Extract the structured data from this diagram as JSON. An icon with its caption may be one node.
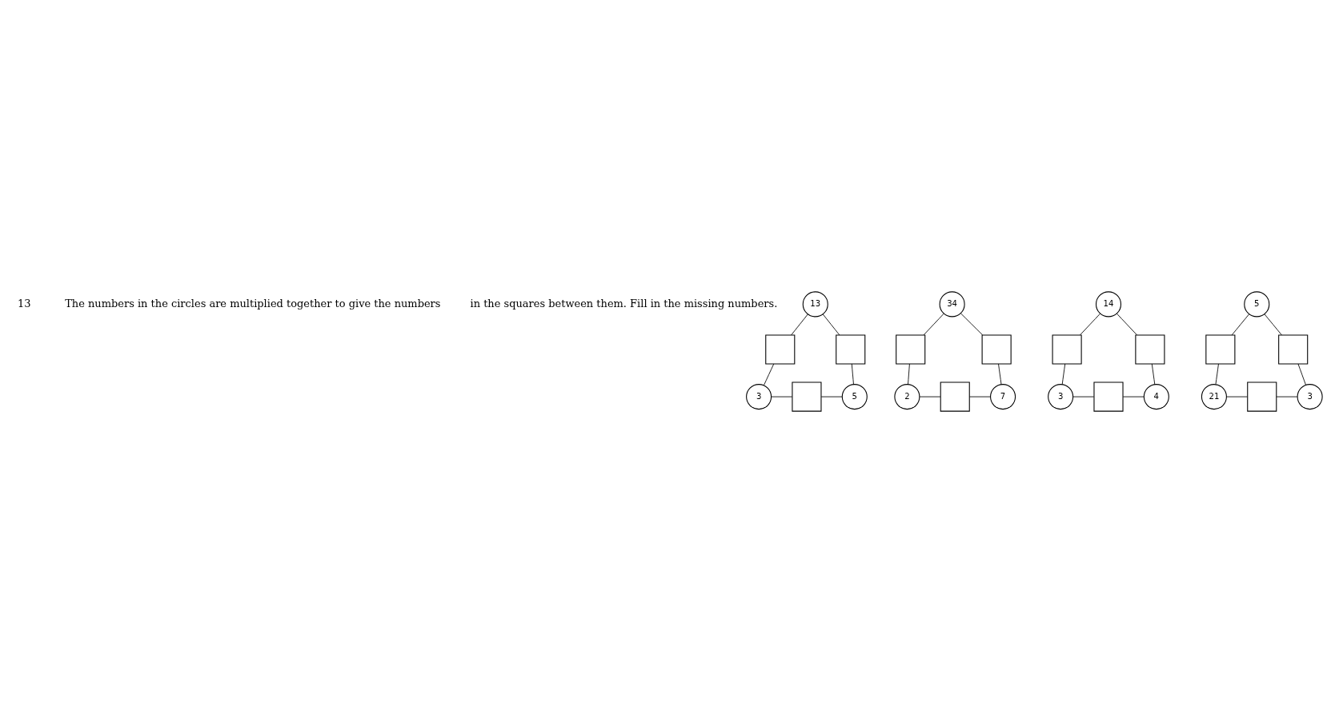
{
  "diagram": {
    "nodes": [
      {
        "text": [
          "13"
        ]
      },
      {
        "text": [],
        "shape": "box"
      },
      {
        "text": [],
        "shape": "box"
      },
      {
        "text": [
          "3"
        ]
      },
      {
        "text": [],
        "shape": "box"
      },
      {
        "text": [
          "5"
        ]
      },
      {
        "text": [
          "34"
        ]
      },
      {
        "text": [],
        "shape": "box"
      },
      {
        "text": [],
        "shape": "box"
      },
      {
        "text": [
          "2"
        ]
      },
      {
        "text": [],
        "shape": "box"
      },
      {
        "text": [
          "7"
        ]
      },
      {
        "text": [
          "14"
        ]
      },
      {
        "text": [],
        "shape": "box"
      },
      {
        "text": [],
        "shape": "box"
      },
      {
        "text": [
          "3"
        ]
      },
      {
        "text": [],
        "shape": "box"
      },
      {
        "text": [
          "4"
        ]
      },
      {
        "text": [
          "5"
        ]
      },
      {
        "text": [],
        "shape": "box"
      },
      {
        "text": [],
        "shape": "box"
      },
      {
        "text": [
          "21"
        ]
      },
      {
        "text": [],
        "shape": "box"
      },
      {
        "text": [
          "3"
        ]
      }
    ],
    "edges": [
      {
        "from": 0,
        "to": 1,
        "arrow": "none"
      },
      {
        "from": 0,
        "to": 2,
        "arrow": "none"
      },
      {
        "from": 1,
        "to": 3,
        "arrow": "none"
      },
      {
        "from": 2,
        "to": 5,
        "arrow": "none"
      },
      {
        "from": 3,
        "to": 4,
        "arrow": "none"
      },
      {
        "from": 4,
        "to": 5,
        "arrow": "none"
      },
      {
        "from": 6,
        "to": 7,
        "arrow": "none"
      },
      {
        "from": 6,
        "to": 8,
        "arrow": "none"
      },
      {
        "from": 7,
        "to": 9,
        "arrow": "none"
      },
      {
        "from": 8,
        "to": 11,
        "arrow": "none"
      },
      {
        "from": 9,
        "to": 10,
        "arrow": "none"
      },
      {
        "from": 10,
        "to": 11,
        "arrow": "none"
      },
      {
        "from": 12,
        "to": 13,
        "arrow": "none"
      },
      {
        "from": 12,
        "to": 14,
        "arrow": "none"
      },
      {
        "from": 13,
        "to": 15,
        "arrow": "none"
      },
      {
        "from": 14,
        "to": 17,
        "arrow": "none"
      },
      {
        "from": 15,
        "to": 16,
        "arrow": "none"
      },
      {
        "from": 16,
        "to": 17,
        "arrow": "none"
      },
      {
        "from": 18,
        "to": 19,
        "arrow": "none"
      },
      {
        "from": 18,
        "to": 20,
        "arrow": "none"
      },
      {
        "from": 19,
        "to": 21,
        "arrow": "none"
      },
      {
        "from": 20,
        "to": 23,
        "arrow": "none"
      },
      {
        "from": 21,
        "to": 22,
        "arrow": "none"
      },
      {
        "from": 22,
        "to": 23,
        "arrow": "none"
      }
    ],
    "labels": [
      "13",
      "The numbers in the circles are multiplied together to give the numbers",
      "in the squares between them. Fill in the missing numbers."
    ]
  }
}
